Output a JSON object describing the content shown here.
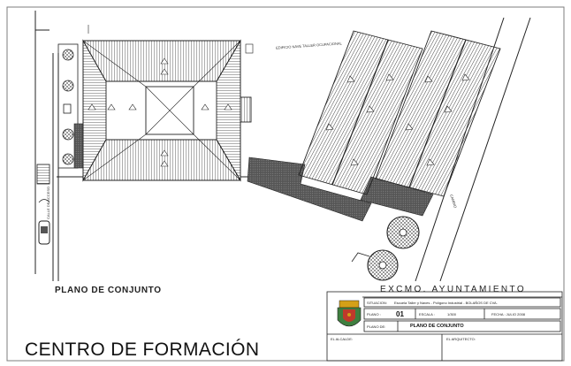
{
  "plan": {
    "caption": "PLANO DE CONJUNTO",
    "main_title": "CENTRO DE FORMACIÓN",
    "building_label": "EDIFICIO NAVE TALLER OCUPACIONAL",
    "street_right": "CAMINO",
    "street_left": "CALLE DE ACCESO"
  },
  "title_block": {
    "council": "EXCMO. AYUNTAMIENTO",
    "situacion_label": "SITUACION:",
    "situacion_value": "Escuela Taller y Naves - Polígono Industrial - BOLAÑOS DE CVA.",
    "plano_label": "PLANO :",
    "plano_value": "01",
    "escala_label": "ESCALA :",
    "escala_value": "1/300",
    "fecha_label": "FECHA : JULIO 2008",
    "plano_de_label": "PLANO DE:",
    "plano_de_value": "PLANO DE CONJUNTO",
    "alcalde_label": "EL ALCALDE:",
    "arquitecto_label": "EL ARQUITECTO:"
  },
  "colors": {
    "line": "#222222",
    "hatch_dark": "#4a4a4a",
    "border": "#7d7d7d",
    "shield_red": "#c0392b",
    "shield_green": "#3f7f3f",
    "shield_gold": "#d4a017"
  }
}
